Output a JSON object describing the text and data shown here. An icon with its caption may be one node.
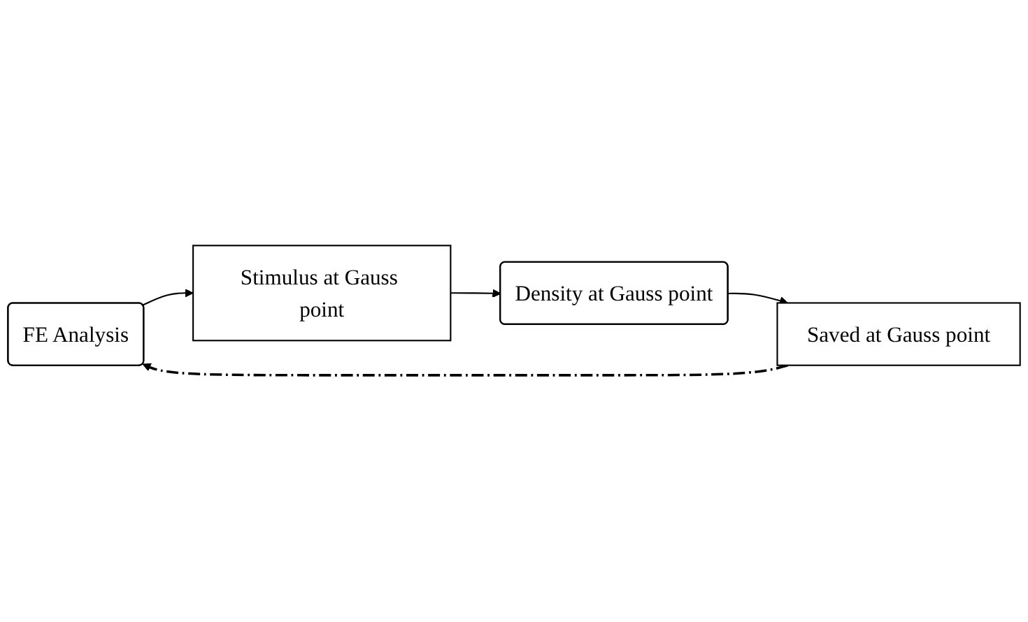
{
  "diagram": {
    "nodes": [
      {
        "text": [
          "FE Analysis"
        ]
      },
      {
        "text": [
          "Stimulus at Gauss point"
        ]
      },
      {
        "text": [
          "Density at Gauss point"
        ]
      },
      {
        "text": [
          "Saved at Gauss point"
        ]
      }
    ],
    "edges": [
      {
        "from": 0,
        "to": 1,
        "arrow": "to"
      },
      {
        "from": 1,
        "to": 2,
        "arrow": "to"
      },
      {
        "from": 2,
        "to": 3,
        "arrow": "to"
      },
      {
        "from": 3,
        "to": 0,
        "arrow": "to",
        "style": "dashed"
      }
    ]
  }
}
